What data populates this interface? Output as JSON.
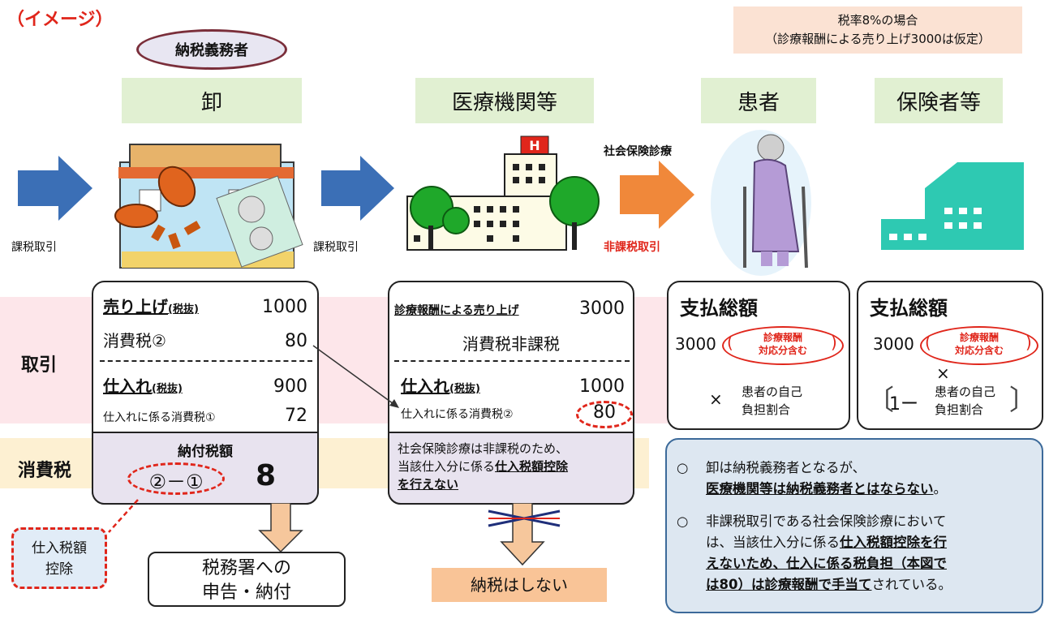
{
  "tag": "（イメージ）",
  "payer_label": "納税義務者",
  "note_top": {
    "line1": "税率8%の場合",
    "line2": "（診療報酬による売り上げ3000は仮定）"
  },
  "columns": {
    "wholesale": "卸",
    "medical": "医療機関等",
    "patient": "患者",
    "insurer": "保険者等"
  },
  "arrows": {
    "taxable1": "課税取引",
    "taxable2": "課税取引",
    "social_insurance": "社会保険診療",
    "nontaxable": "非課税取引"
  },
  "band_labels": {
    "transaction": "取引",
    "consumption_tax": "消費税"
  },
  "wholesale_box": {
    "sales_label": "売り上げ",
    "sales_note": "(税抜)",
    "sales_value": "1000",
    "tax_label": "消費税②",
    "tax_value": "80",
    "purchase_label": "仕入れ",
    "purchase_note": "(税抜)",
    "purchase_value": "900",
    "purchase_tax_label": "仕入れに係る消費税①",
    "purchase_tax_value": "72",
    "pay_title": "納付税額",
    "pay_formula": "②－①",
    "pay_value": "8"
  },
  "medical_box": {
    "sales_label": "診療報酬による売り上げ",
    "sales_value": "3000",
    "exempt_label": "消費税非課税",
    "purchase_label": "仕入れ",
    "purchase_note": "(税抜)",
    "purchase_value": "1000",
    "purchase_tax_label": "仕入れに係る消費税②",
    "purchase_tax_value": "80",
    "note_line1": "社会保険診療は非課税のため、",
    "note_line2a": "当該仕入分に係る",
    "note_line2b": "仕入税額控除",
    "note_line3": "を行えない"
  },
  "patient_box": {
    "title": "支払総額",
    "amount": "3000",
    "paren_open": "(",
    "paren_close": ")",
    "oval_line1": "診療報酬",
    "oval_line2": "対応分含む",
    "times": "×",
    "share_line1": "患者の自己",
    "share_line2": "負担割合"
  },
  "insurer_box": {
    "title": "支払総額",
    "amount": "3000",
    "paren_open": "(",
    "paren_close": ")",
    "oval_line1": "診療報酬",
    "oval_line2": "対応分含む",
    "times": "×",
    "bracket_open": "〔",
    "bracket_close": "〕",
    "one_minus": "1ー",
    "share_line1": "患者の自己",
    "share_line2": "負担割合"
  },
  "deduction_label": {
    "line1": "仕入税額",
    "line2": "控除"
  },
  "result_wholesale": {
    "line1": "税務署への",
    "line2": "申告・納付"
  },
  "result_medical": "納税はしない",
  "info": {
    "bullet": "○",
    "item1_line1": "卸は納税義務者となるが、",
    "item1_line2": "医療機関等は納税義務者とはならない",
    "item1_tail": "。",
    "item2_line1": "非課税取引である社会保険診療において",
    "item2_line2a": "は、当該仕入分に係る",
    "item2_line2b": "仕入税額控除を行",
    "item2_line3a": "えないため、",
    "item2_line3b": "仕入に係る税負担（本図で",
    "item2_line4a": "は80）は",
    "item2_line4b": "診療報酬で手当て",
    "item2_line4c": "されている。"
  },
  "colors": {
    "blue_arrow": "#3b6fb6",
    "orange_arrow": "#f0883a",
    "red": "#e0261b",
    "green_head": "#e1f0d2",
    "hospital_tree": "#1fa82a",
    "insurer_teal": "#2ec9b2"
  }
}
